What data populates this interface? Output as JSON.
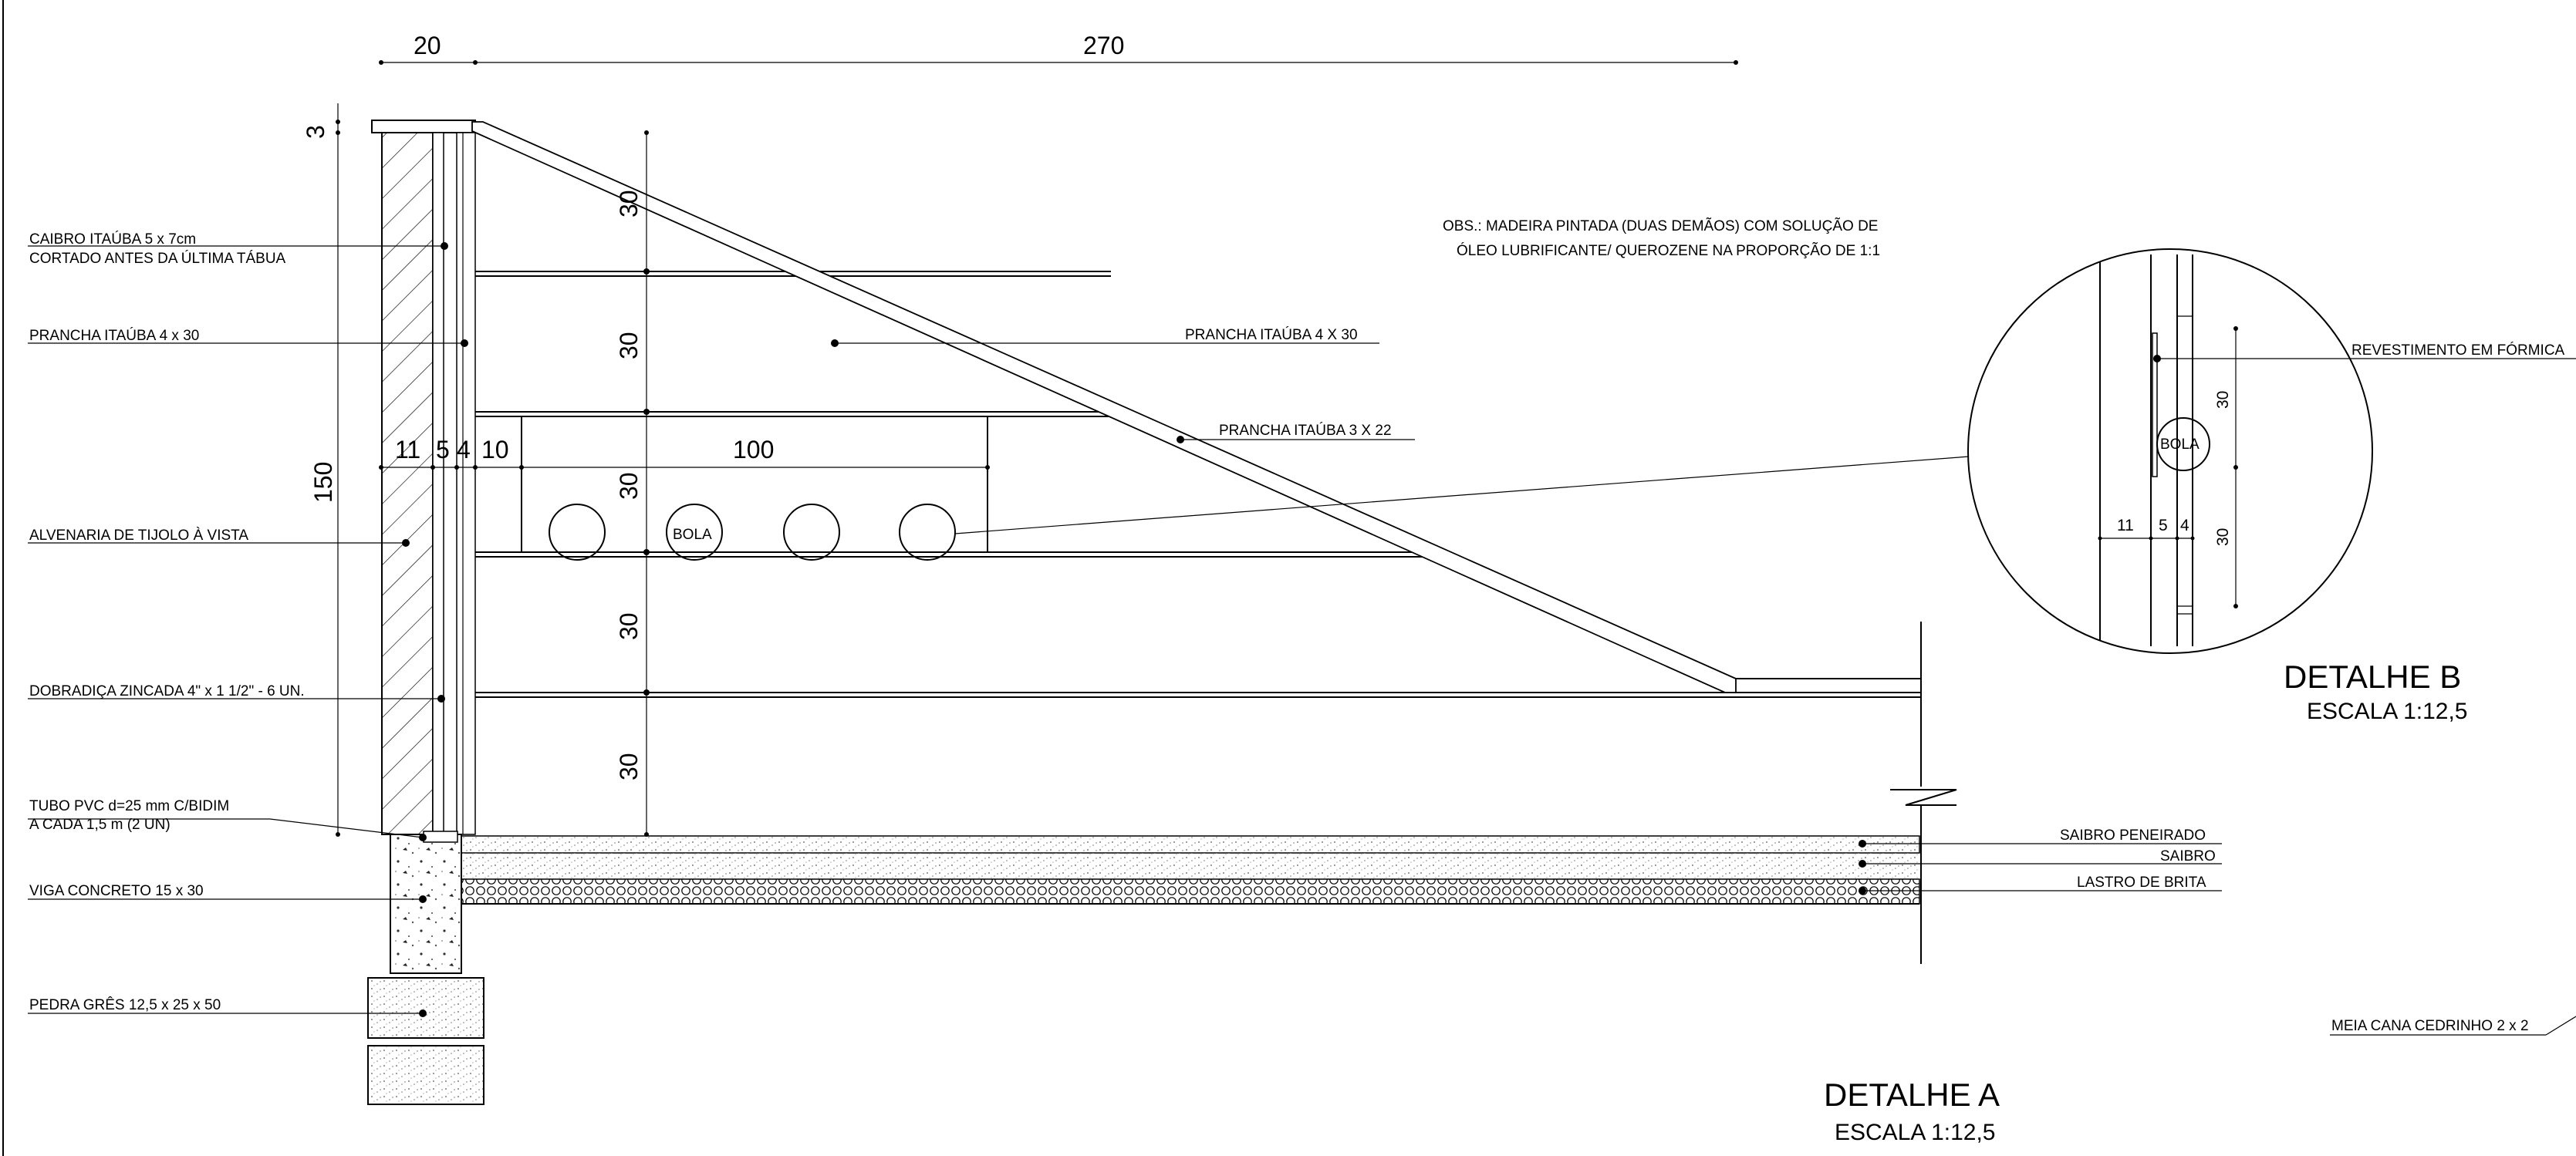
{
  "labels": {
    "caibro_l1": "CAIBRO ITAÚBA 5 x 7cm",
    "caibro_l2": "CORTADO ANTES DA ÚLTIMA TÁBUA",
    "prancha_4x30_left": "PRANCHA ITAÚBA 4 x 30",
    "alvenaria": "ALVENARIA DE TIJOLO À VISTA",
    "dobradica": "DOBRADIÇA ZINCADA 4\" x 1 1/2\" - 6 UN.",
    "tubo_l1": "TUBO PVC d=25 mm C/BIDIM",
    "tubo_l2": "A CADA 1,5 m (2 UN)",
    "viga": "VIGA CONCRETO 15 x 30",
    "pedra": "PEDRA GRÊS 12,5 x 25 x 50",
    "prancha_4x30_mid": "PRANCHA ITAÚBA 4 X 30",
    "prancha_3x22": "PRANCHA ITAÚBA 3 X 22",
    "bola": "BOLA",
    "obs_l1": "OBS.: MADEIRA PINTADA (DUAS DEMÃOS) COM SOLUÇÃO DE",
    "obs_l2": "ÓLEO LUBRIFICANTE/ QUEROZENE NA PROPORÇÃO DE 1:1",
    "saibro_peneirado": "SAIBRO PENEIRADO",
    "saibro": "SAIBRO",
    "lastro": "LASTRO DE BRITA",
    "meia_cana": "MEIA CANA CEDRINHO 2 x 2",
    "revestimento": "REVESTIMENTO EM FÓRMICA"
  },
  "dimensions": {
    "top_left": "20",
    "top_main": "270",
    "cap": "3",
    "height": "150",
    "seg1": "30",
    "seg2": "30",
    "seg3": "30",
    "seg4": "30",
    "seg5": "30",
    "w11": "11",
    "w5": "5",
    "w4": "4",
    "w10": "10",
    "w100": "100",
    "detB_30a": "30",
    "detB_30b": "30",
    "detB_11": "11",
    "detB_5": "5",
    "detB_4": "4"
  },
  "titles": {
    "detalhe_a": "DETALHE A",
    "escala_a": "ESCALA 1:12,5",
    "detalhe_b": "DETALHE  B",
    "escala_b": "ESCALA 1:12,5"
  }
}
